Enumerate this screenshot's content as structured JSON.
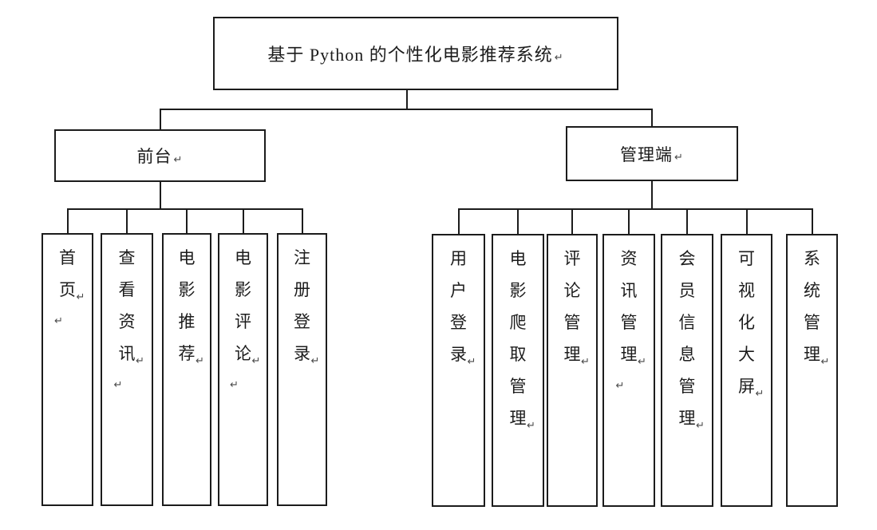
{
  "title": "基于 Python 的个性化电影推荐系统",
  "return_mark": "↵",
  "branches": [
    {
      "label": "前台",
      "children": [
        {
          "label": "首页",
          "trailing_return": true
        },
        {
          "label": "查看资讯",
          "trailing_return": true
        },
        {
          "label": "电影推荐",
          "trailing_return": false
        },
        {
          "label": "电影评论",
          "trailing_return": true
        },
        {
          "label": "注册登录",
          "trailing_return": false
        }
      ]
    },
    {
      "label": "管理端",
      "children": [
        {
          "label": "用户登录",
          "trailing_return": false
        },
        {
          "label": "电影爬取管理",
          "trailing_return": false
        },
        {
          "label": "评论管理",
          "trailing_return": false
        },
        {
          "label": "资讯管理",
          "trailing_return": true
        },
        {
          "label": "会员信息管理",
          "trailing_return": false
        },
        {
          "label": "可视化大屏",
          "trailing_return": false
        },
        {
          "label": "系统管理",
          "trailing_return": false
        }
      ]
    }
  ],
  "colors": {
    "line": "#1c1c1c",
    "background": "#ffffff",
    "text": "#1c1c1c",
    "return_mark": "#4a4a4a"
  }
}
